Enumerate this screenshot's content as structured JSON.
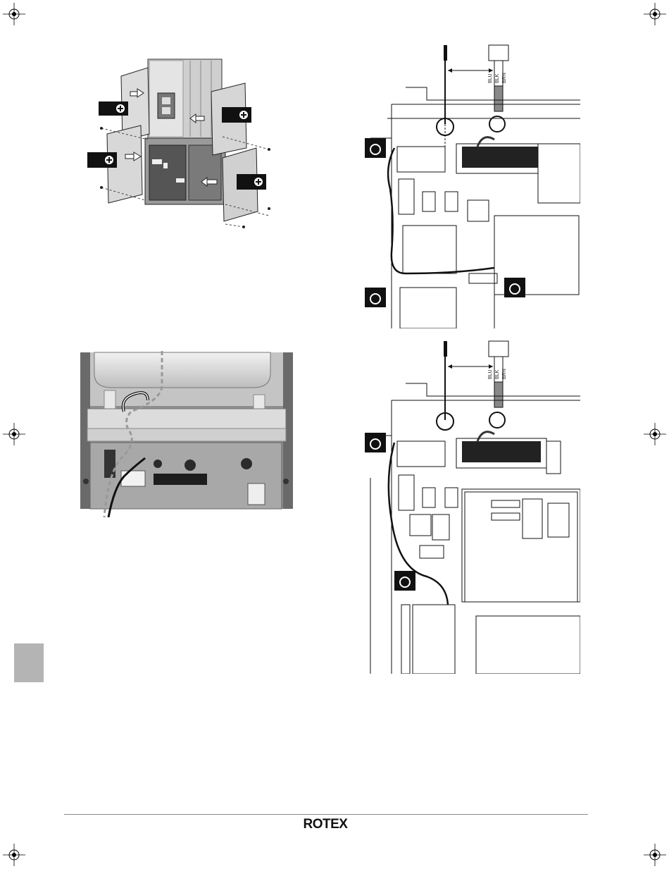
{
  "figures": {
    "wiring_top": {
      "wire_labels": [
        "BLU",
        "BLK",
        "BRN"
      ]
    },
    "wiring_bottom": {
      "wire_labels": [
        "BLU",
        "BLK",
        "BRN"
      ]
    }
  },
  "footer": {
    "logo_text": "ROTEX"
  }
}
